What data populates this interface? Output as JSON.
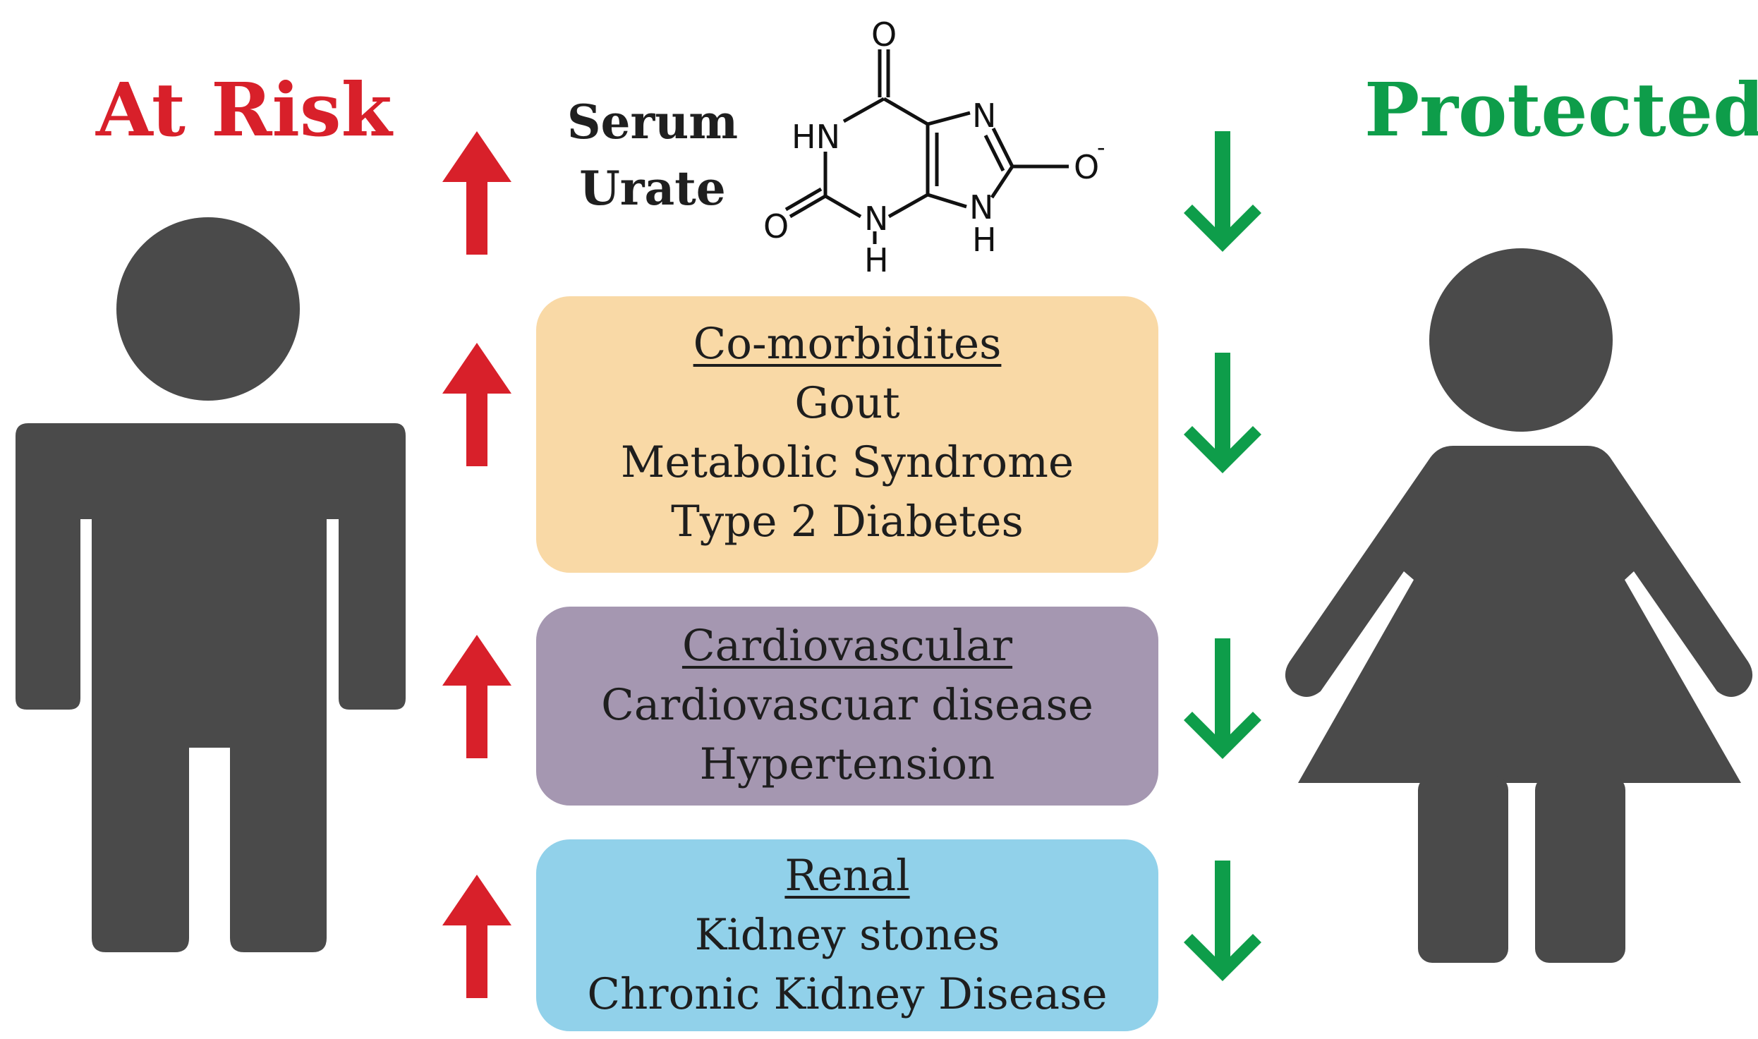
{
  "headings": {
    "left": "At Risk",
    "right": "Protected"
  },
  "colors": {
    "risk": "#d8202a",
    "protected": "#0e9d4a",
    "figure": "#4a4a4a",
    "comorbidities_box": "#f9d9a6",
    "cardiovascular_box": "#a597b1",
    "renal_box": "#91d1ea"
  },
  "icons": {
    "left_figure": "male-person-icon",
    "right_figure": "female-person-icon",
    "left_arrows": "arrow-up-icon",
    "right_arrows": "arrow-down-icon"
  },
  "serum_urate": {
    "line1": "Serum",
    "line2": "Urate"
  },
  "molecule": {
    "atoms": [
      "O",
      "HN",
      "N",
      "O",
      "-",
      "N",
      "H",
      "O",
      "N",
      "H"
    ]
  },
  "boxes": {
    "comorbidities": {
      "title": "Co-morbidites",
      "items": [
        "Gout",
        "Metabolic Syndrome",
        "Type 2 Diabetes"
      ]
    },
    "cardiovascular": {
      "title": "Cardiovascular",
      "items": [
        "Cardiovascuar disease",
        "Hypertension"
      ]
    },
    "renal": {
      "title": "Renal",
      "items": [
        "Kidney stones",
        "Chronic Kidney Disease"
      ]
    }
  }
}
